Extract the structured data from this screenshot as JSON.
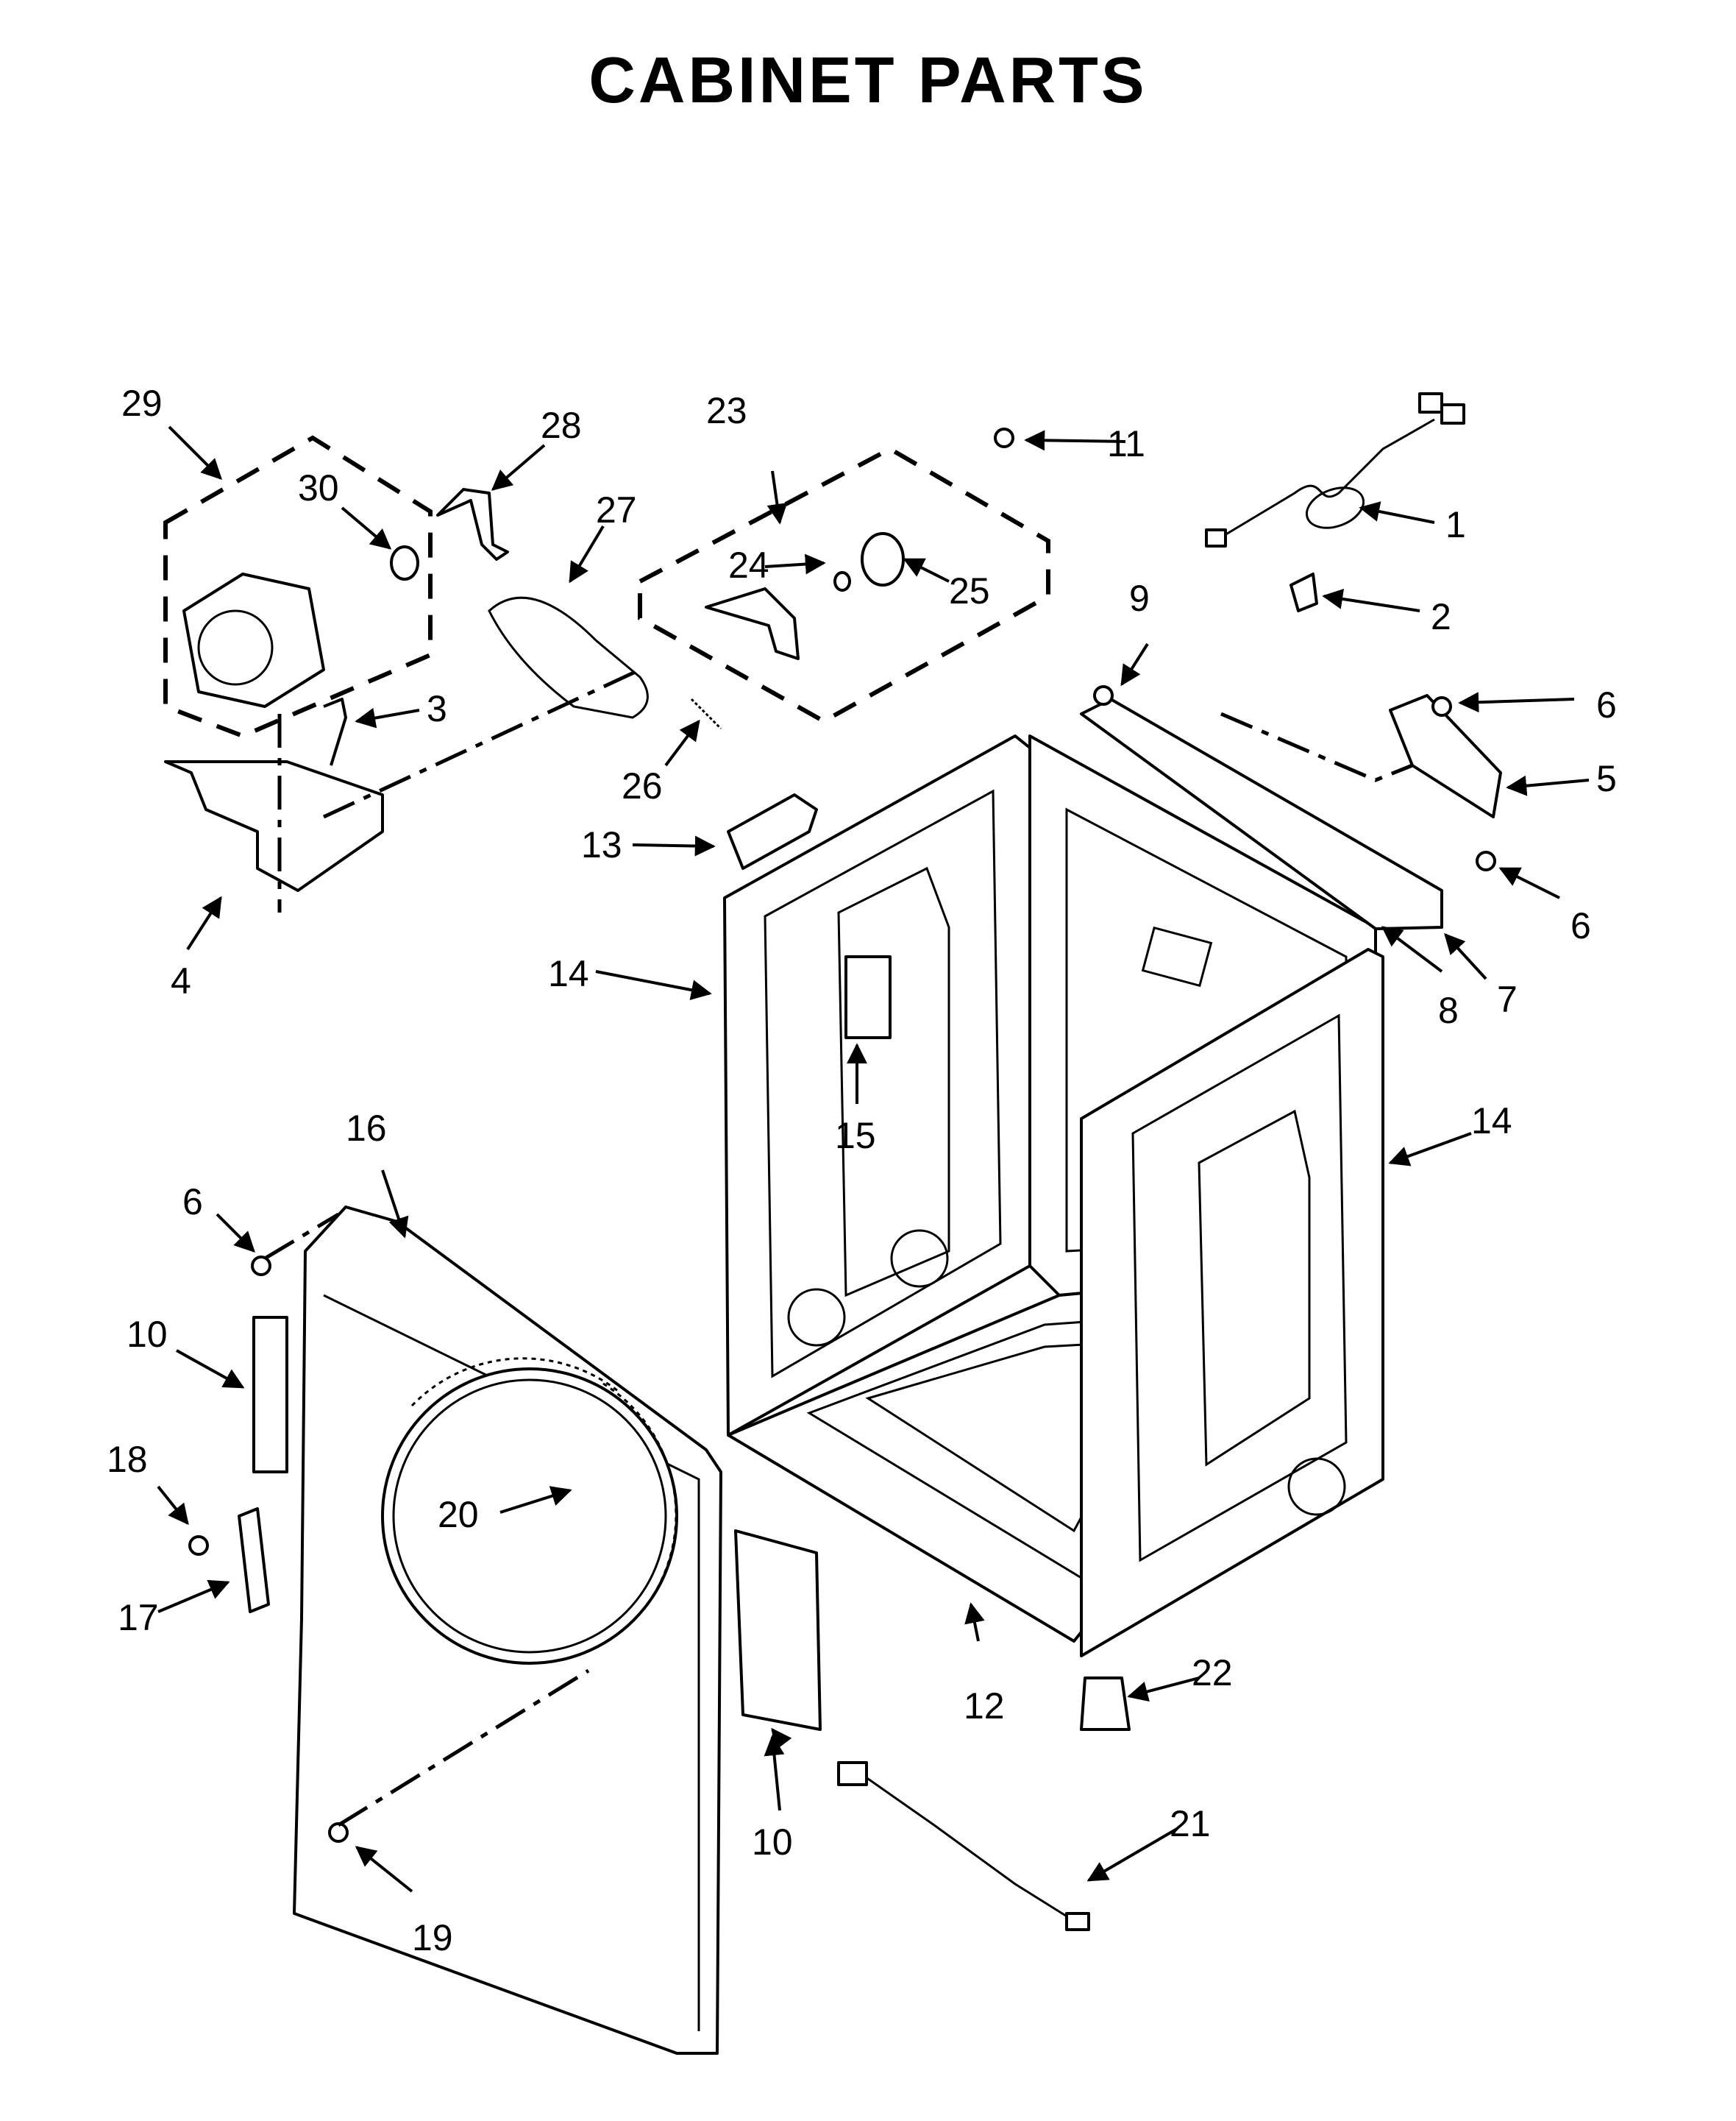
{
  "title": "CABINET PARTS",
  "callouts": [
    "1",
    "2",
    "3",
    "4",
    "5",
    "6",
    "6",
    "6",
    "7",
    "8",
    "9",
    "10",
    "10",
    "11",
    "12",
    "13",
    "14",
    "14",
    "15",
    "16",
    "17",
    "18",
    "19",
    "20",
    "21",
    "22",
    "23",
    "24",
    "25",
    "26",
    "27",
    "28",
    "29",
    "30"
  ]
}
